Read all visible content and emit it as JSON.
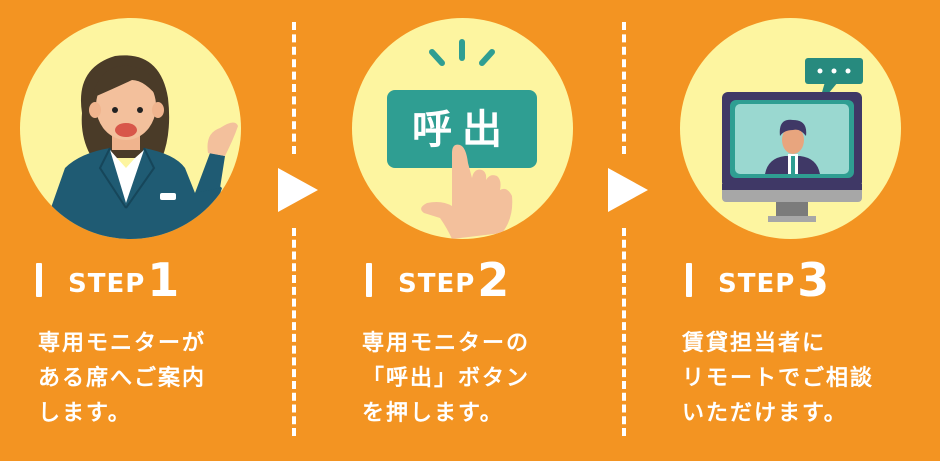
{
  "colors": {
    "background": "#f39422",
    "circle": "#fdf5a0",
    "teal": "#2f9e92",
    "text": "#ffffff"
  },
  "steps": [
    {
      "word": "STEP",
      "number": "1",
      "description": "専用モニターが\nある席へご案内\nします。",
      "illustration": "receptionist-woman-icon"
    },
    {
      "word": "STEP",
      "number": "2",
      "description": "専用モニターの\n「呼出」ボタン\nを押します。",
      "illustration": "call-button-press-icon",
      "button_label": "呼出"
    },
    {
      "word": "STEP",
      "number": "3",
      "description": "賃貸担当者に\nリモートでご相談\nいただけます。",
      "illustration": "video-call-monitor-icon",
      "bubble_text": "• • •"
    }
  ]
}
